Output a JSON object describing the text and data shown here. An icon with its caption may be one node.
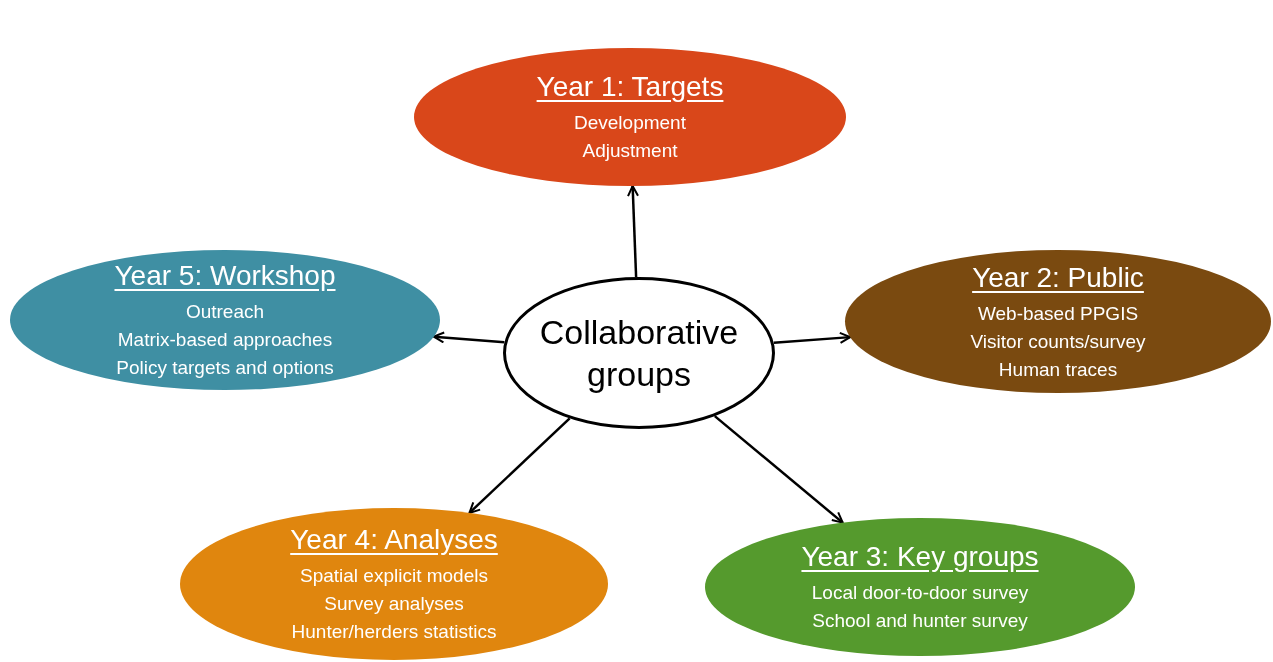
{
  "diagram": {
    "nodes": [
      {
        "text": [
          "Year 1: Targets",
          "Development",
          "Adjustment"
        ]
      },
      {
        "text": [
          "Year 5: Workshop",
          "Outreach",
          "Matrix-based approaches",
          "Policy targets and options"
        ]
      },
      {
        "text": [
          "Collaborative groups"
        ]
      },
      {
        "text": [
          "Year 2: Public",
          "Web-based PPGIS",
          "Visitor counts/survey",
          "Human traces"
        ]
      },
      {
        "text": [
          "Year 4: Analyses",
          "Spatial explicit models",
          "Survey analyses",
          "Hunter/herders statistics"
        ]
      },
      {
        "text": [
          "Year 3: Key groups",
          "Local door-to-door survey",
          "School and hunter survey"
        ]
      }
    ],
    "edges": [
      {
        "from": 2,
        "to": 0,
        "arrow": "to"
      },
      {
        "from": 2,
        "to": 3,
        "arrow": "to"
      },
      {
        "from": 2,
        "to": 5,
        "arrow": "to"
      },
      {
        "from": 2,
        "to": 4,
        "arrow": "to"
      },
      {
        "from": 2,
        "to": 1,
        "arrow": "to"
      }
    ]
  }
}
